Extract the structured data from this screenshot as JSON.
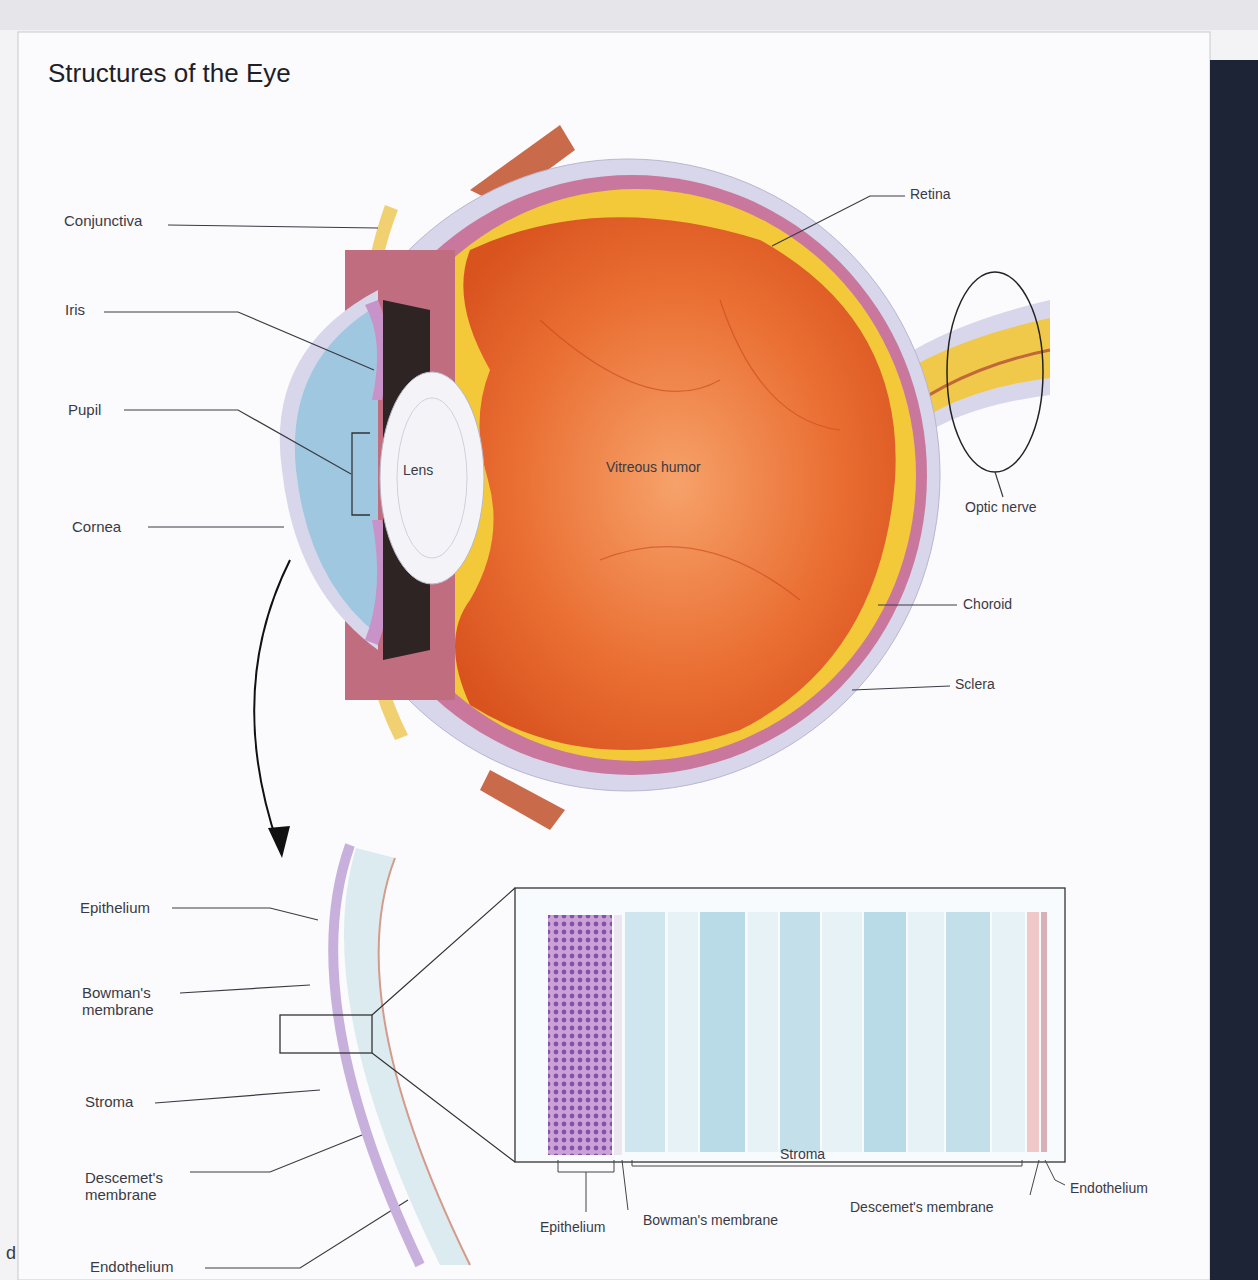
{
  "diagram": {
    "title": "Structures of the Eye",
    "labels": [
      "Conjunctiva",
      "Iris",
      "Pupil",
      "Cornea",
      "Lens",
      "Vitreous humor",
      "Retina",
      "Optic nerve",
      "Choroid",
      "Sclera",
      "Epithelium",
      "Bowman's membrane",
      "Stroma",
      "Descemet's membrane",
      "Endothelium",
      "Stroma",
      "Epithelium",
      "Bowman's membrane",
      "Descemet's membrane",
      "Endothelium",
      "d"
    ]
  }
}
